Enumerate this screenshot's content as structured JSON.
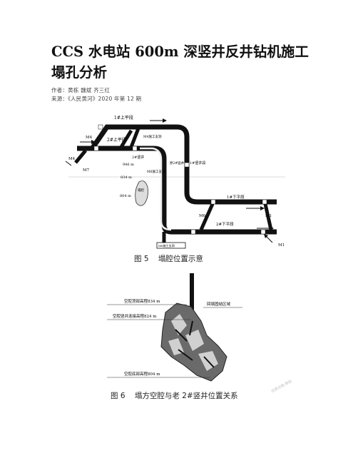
{
  "article": {
    "title": "CCS 水电站 600m 深竖井反井钻机施工塌孔分析",
    "author_line": "作者：黄栋 魏斌 齐三红",
    "source_line": "来源：《人民黄河》2020 年第 12 期"
  },
  "figure5": {
    "caption": "图 5    塌腔位置示意",
    "labels": {
      "upper_flat_1": "1#上平段",
      "upper_flat_2": "2#上平段",
      "m4": "M4",
      "m4_adit": "M4施工支洞",
      "m4_left": "M4",
      "m7": "M7",
      "shaft2": "2#竖井",
      "el946": "946 m",
      "el834": "834 m",
      "el804": "804 m",
      "m6_adit": "M6施工支洞",
      "cavity": "塌腔",
      "old_shaft": "原2#竖井",
      "shaft1": "1#竖井段",
      "lower_flat_1": "1#下平段",
      "lower_flat_2": "2#下平段",
      "m6": "M6",
      "m1_right": "M1",
      "m1_bottom": "M1",
      "m8_adit": "M8施工支洞"
    }
  },
  "figure6": {
    "caption": "图 6    塌方空腔与老 2#竖井位置关系",
    "labels": {
      "top_elev": "空腔顶部高程834 m",
      "junction_elev": "空腔竖井连接高程824 m",
      "backfill": "回填固结区域",
      "bottom_elev": "空腔底部高程804 m"
    }
  },
  "watermark": "优质文档 原创"
}
